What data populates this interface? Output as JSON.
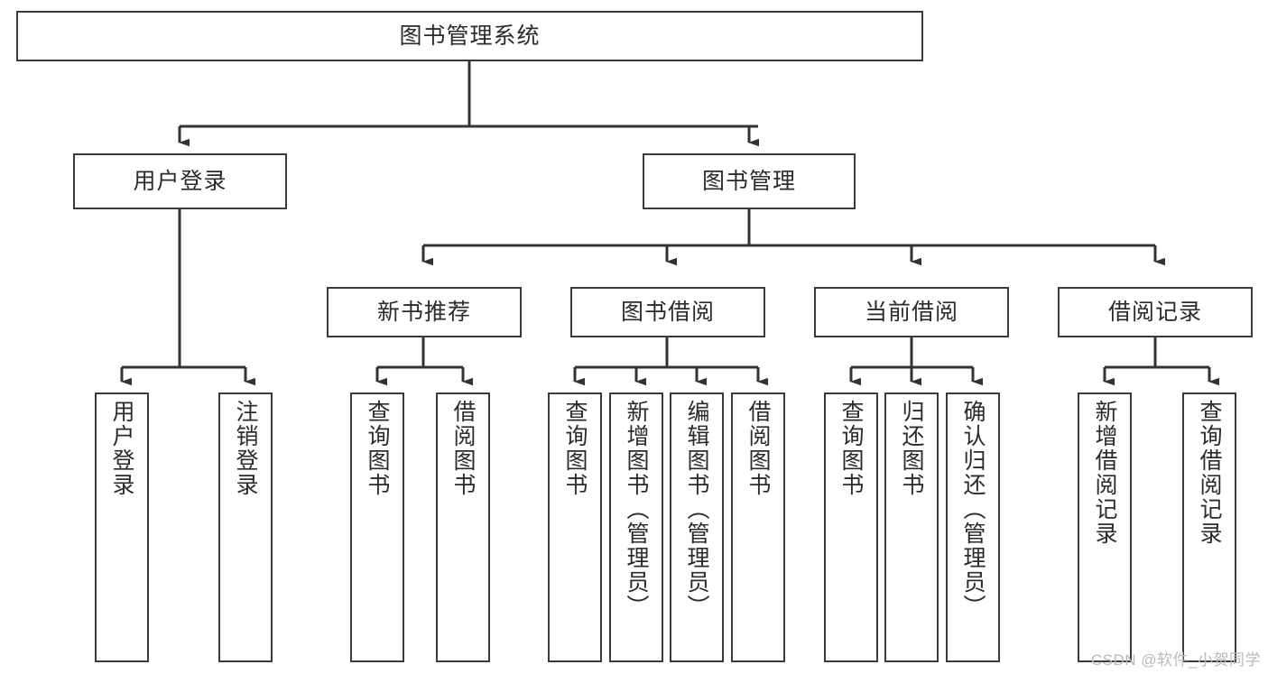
{
  "diagram": {
    "title": "图书管理系统",
    "type": "tree-structure-chart",
    "watermark": "CSDN @软件_小贺同学",
    "colors": {
      "box_border": "#3a3a3a",
      "box_fill": "#ffffff",
      "connector": "#333333",
      "text": "#2b2b2b",
      "watermark": "#b9b9b9"
    },
    "root": {
      "label": "图书管理系统"
    },
    "level2": [
      {
        "label": "用户登录"
      },
      {
        "label": "图书管理"
      }
    ],
    "level3": [
      {
        "label": "新书推荐"
      },
      {
        "label": "图书借阅"
      },
      {
        "label": "当前借阅"
      },
      {
        "label": "借阅记录"
      }
    ],
    "leaves": {
      "user_login": [
        {
          "label": "用户登录"
        },
        {
          "label": "注销登录"
        }
      ],
      "new_book_recommend": [
        {
          "label": "查询图书"
        },
        {
          "label": "借阅图书"
        }
      ],
      "book_borrow": [
        {
          "label": "查询图书"
        },
        {
          "label": "新增图书（管理员）"
        },
        {
          "label": "编辑图书（管理员）"
        },
        {
          "label": "借阅图书"
        }
      ],
      "current_borrow": [
        {
          "label": "查询图书"
        },
        {
          "label": "归还图书"
        },
        {
          "label": "确认归还（管理员）"
        }
      ],
      "borrow_record": [
        {
          "label": "新增借阅记录"
        },
        {
          "label": "查询借阅记录"
        }
      ]
    }
  }
}
